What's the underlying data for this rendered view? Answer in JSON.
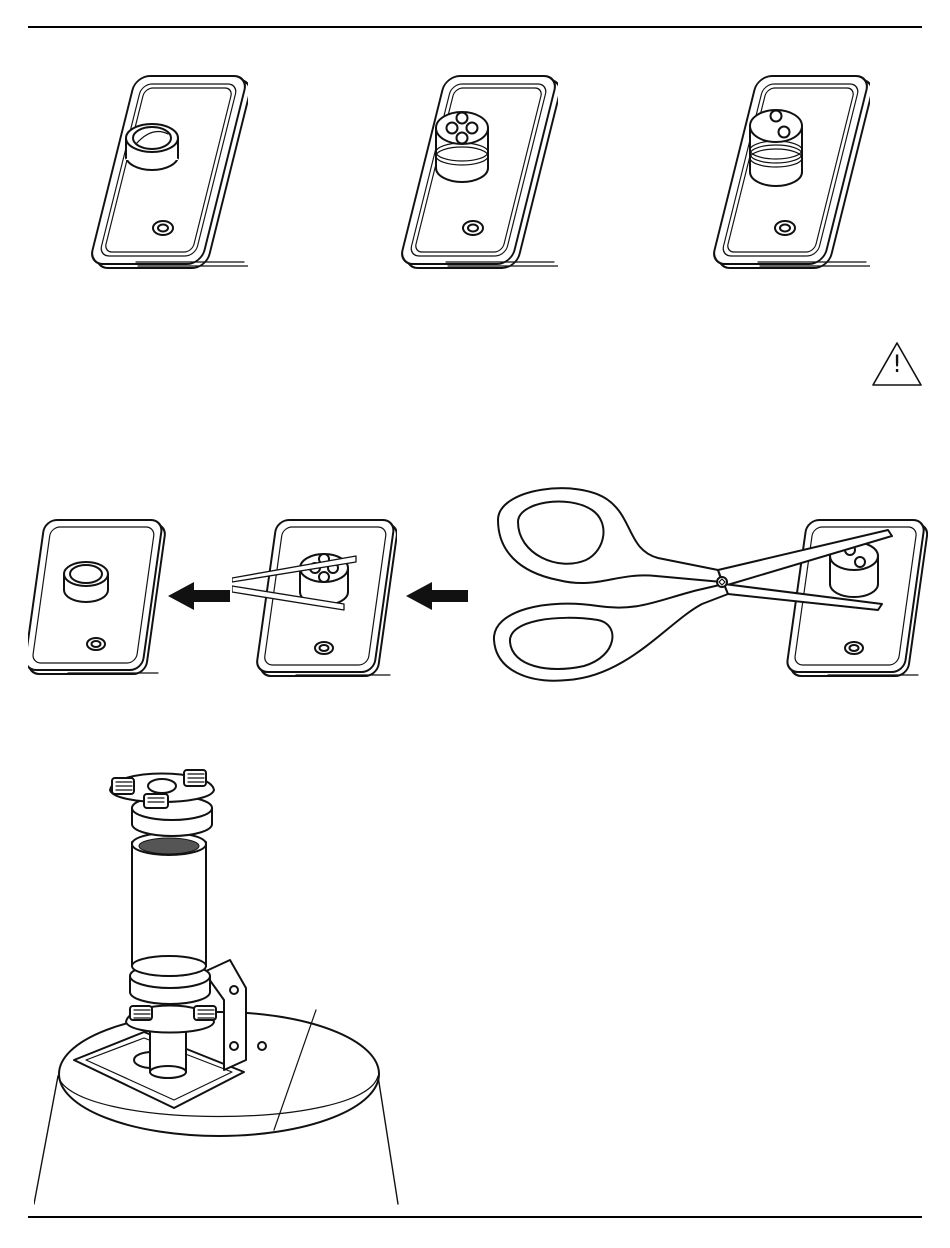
{
  "page": {
    "warning_symbol": "!",
    "icons": [
      "warning-triangle-icon",
      "arrow-left-icon",
      "scissors-icon"
    ]
  },
  "figures": {
    "top_row": [
      "grommet-plate-single-hole",
      "grommet-plate-four-hole",
      "grommet-plate-two-hole"
    ],
    "middle_row": [
      "grommet-plate-opened",
      "grommet-plate-being-cut",
      "scissors-cutting-grommet"
    ],
    "bottom": "speaker-conduit-mount-assembly"
  }
}
